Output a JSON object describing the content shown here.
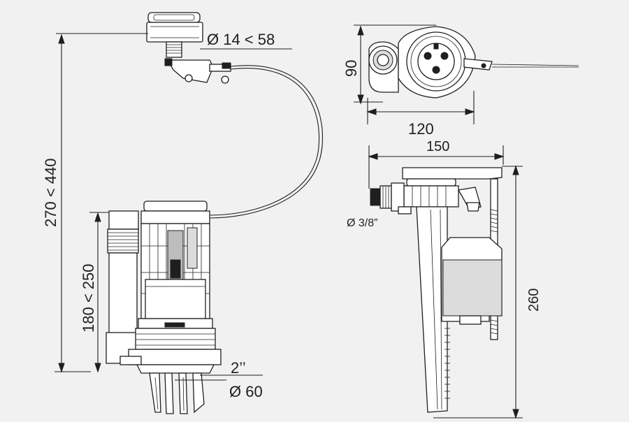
{
  "dimensions": {
    "push_button_diameter": "Ø 14 < 58",
    "total_height": "270 < 440",
    "valve_height": "180 < 250",
    "outlet_size": "2’’",
    "outlet_diameter": "Ø 60",
    "top_view_depth": "90",
    "top_view_width": "120",
    "fill_valve_width": "150",
    "inlet_thread": "Ø 3/8”",
    "fill_valve_height": "260"
  },
  "colors": {
    "background": "#f1f1f1",
    "ink": "#1f1f1f"
  }
}
